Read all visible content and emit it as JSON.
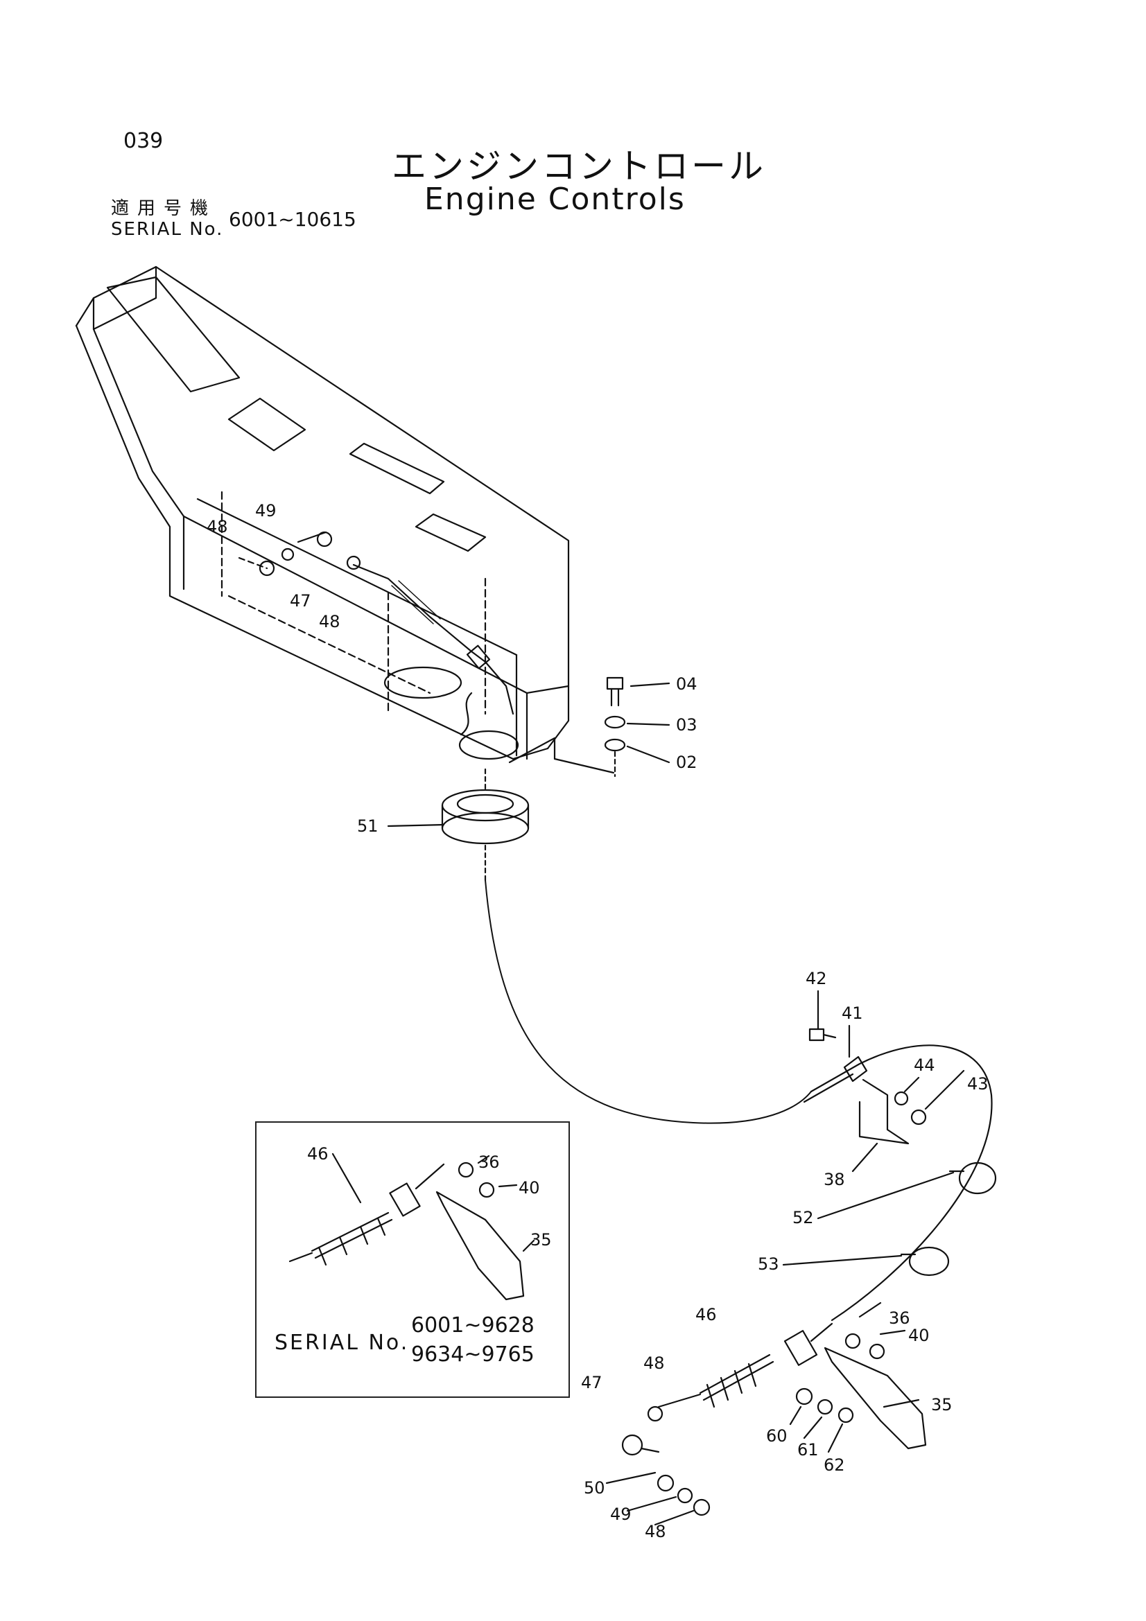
{
  "header": {
    "page_number": "039",
    "title_jp": "エンジンコントロール",
    "title_en": "Engine Controls",
    "serial_label_jp": "適用号機",
    "serial_label_en": "SERIAL No.",
    "serial_range": "6001~10615"
  },
  "inset": {
    "serial_label": "SERIAL No.",
    "serial_line_1": "6001~9628",
    "serial_line_2": "9634~9765"
  },
  "part_labels": [
    "49",
    "48",
    "47",
    "48",
    "04",
    "03",
    "02",
    "51",
    "42",
    "41",
    "44",
    "43",
    "38",
    "52",
    "53",
    "46",
    "36",
    "40",
    "35",
    "46",
    "36",
    "40",
    "35",
    "48",
    "47",
    "60",
    "61",
    "62",
    "50",
    "49",
    "48"
  ],
  "colors": {
    "ink": "#111111",
    "paper": "#ffffff"
  }
}
